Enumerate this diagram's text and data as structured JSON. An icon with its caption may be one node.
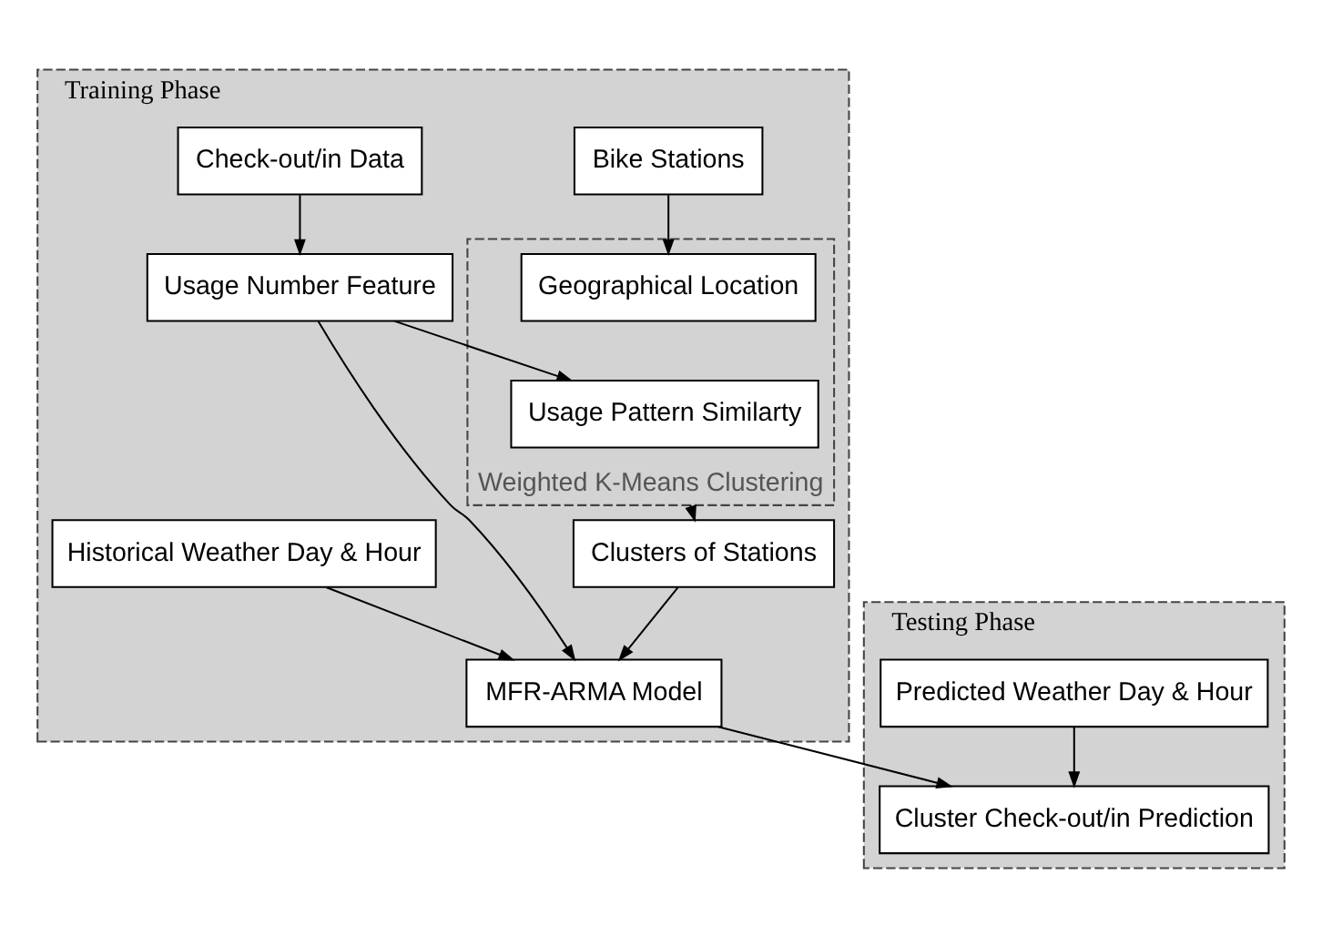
{
  "diagram": {
    "nodes": [
      {
        "text": [
          "Training Phase"
        ]
      },
      {
        "text": [
          "Testing Phase"
        ]
      },
      {
        "text": [
          "Bike Stations"
        ],
        "in": 0
      },
      {
        "text": [
          "Check-out/in Data"
        ],
        "in": 0
      },
      {
        "text": [
          "Weighted K-Means Clustering"
        ],
        "in": 0
      },
      {
        "text": [
          "Geographical Location"
        ],
        "in": 4
      },
      {
        "text": [
          "Usage Pattern Similarty"
        ],
        "in": 4
      },
      {
        "text": [
          "Usage Number Feature"
        ],
        "in": 0
      },
      {
        "text": [
          "MFR-ARMA Model"
        ],
        "in": 0
      },
      {
        "text": [
          "Clusters of Stations"
        ],
        "in": 0
      },
      {
        "text": [
          "Historical Weather Day & Hour"
        ],
        "in": 0
      },
      {
        "text": [
          "Predicted Weather Day & Hour"
        ],
        "in": 1
      },
      {
        "text": [
          "Cluster Check-out/in Prediction"
        ],
        "in": 1
      }
    ],
    "edges": [
      {
        "from": 2,
        "to": 5,
        "arrow": "to"
      },
      {
        "from": 3,
        "to": 7,
        "arrow": "to"
      },
      {
        "from": 7,
        "to": 6,
        "arrow": "to"
      },
      {
        "from": 7,
        "to": 8,
        "arrow": "to"
      },
      {
        "from": 4,
        "to": 9,
        "arrow": "to"
      },
      {
        "from": 9,
        "to": 8,
        "arrow": "to"
      },
      {
        "from": 10,
        "to": 8,
        "arrow": "to"
      },
      {
        "from": 8,
        "to": 12,
        "arrow": "to"
      },
      {
        "from": 11,
        "to": 12,
        "arrow": "to"
      }
    ]
  }
}
